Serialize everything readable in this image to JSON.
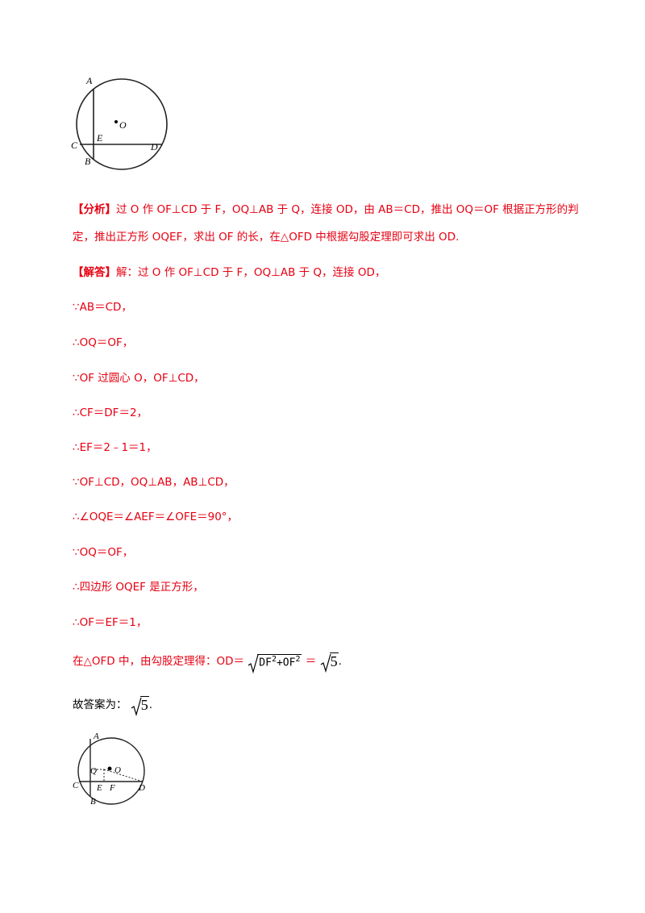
{
  "figure1": {
    "labels": {
      "A": "A",
      "O": "O",
      "E": "E",
      "C": "C",
      "D": "D",
      "B": "B"
    }
  },
  "analysis": {
    "tag": "【分析】",
    "line1": "过 O 作 OF⊥CD 于 F，OQ⊥AB 于 Q，连接 OD，由 AB＝CD，推出 OQ＝OF 根据正方形的判",
    "line2": "定，推出正方形 OQEF，求出 OF 的长，在△OFD 中根据勾股定理即可求出 OD."
  },
  "solution": {
    "tag": "【解答】",
    "intro": "解：过 O 作 OF⊥CD 于 F，OQ⊥AB 于 Q，连接 OD，",
    "steps": [
      "∵AB＝CD，",
      "∴OQ＝OF，",
      "∵OF 过圆心 O，OF⊥CD，",
      "∴CF＝DF＝2，",
      "∴EF＝2﹣1＝1，",
      "∵OF⊥CD，OQ⊥AB，AB⊥CD，",
      "∴∠OQE＝∠AEF＝∠OFE＝90°，",
      "∵OQ＝OF，",
      "∴四边形 OQEF 是正方形，",
      "∴OF＝EF＝1，"
    ],
    "pythagoras_prefix": "在△OFD 中，由勾股定理得：OD＝",
    "radicand_a": "DF",
    "radicand_exp_a": "2",
    "radicand_plus": "+OF",
    "radicand_exp_b": "2",
    "equals": "＝",
    "sqrt_value": "5",
    "period": ".",
    "answer_prefix": "故答案为：",
    "answer_value": "5",
    "answer_period": "."
  },
  "figure2": {
    "labels": {
      "A": "A",
      "Q": "Q",
      "O": "O",
      "C": "C",
      "E": "E",
      "F": "F",
      "D": "D",
      "B": "B"
    }
  }
}
